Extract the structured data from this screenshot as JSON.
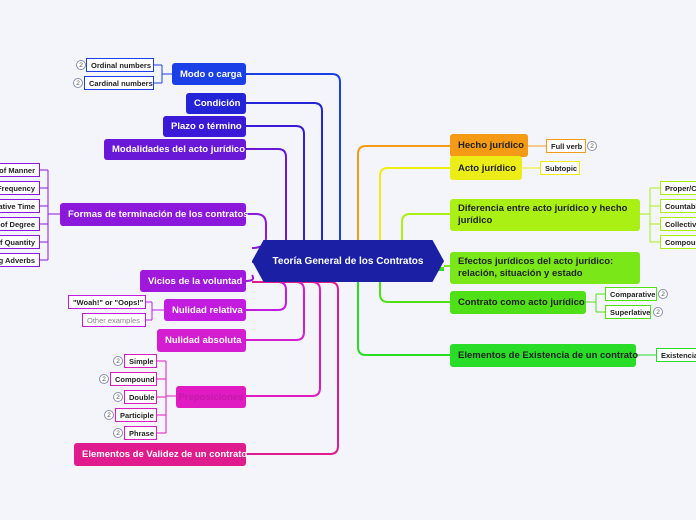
{
  "central": "Teoría General de los Contratos",
  "colors": {
    "blue": "#1c40e8",
    "dark_blue": "#2323d8",
    "indigo": "#3a1ad6",
    "violet": "#6a18d8",
    "purple": "#8c18dc",
    "magenta": "#c31ce0",
    "pink": "#e01bc2",
    "rose": "#e01b8e",
    "orange": "#f59a14",
    "yellow": "#ecec16",
    "lime": "#aaf015",
    "green": "#4fe018",
    "bright_green": "#28dc28"
  },
  "left": {
    "modo_carga": "Modo o carga",
    "ordinal": "Ordinal numbers",
    "cardinal": "Cardinal numbers",
    "condicion": "Condición",
    "plazo": "Plazo o término",
    "modalidades": "Modalidades del acto jurídico",
    "formas": "Formas de terminación de los contratos",
    "formas_leaves": [
      "of Manner",
      "Frequency",
      "lative Time",
      "s of Degree",
      "of Quantity",
      "ing Adverbs"
    ],
    "vicios": "Vicios de la voluntad",
    "nulidad_relativa": "Nulidad relativa",
    "woah": "\"Woah!\" or \"Oops!\"",
    "other_examples": "Other examples",
    "nulidad_absoluta": "Nulidad absoluta",
    "preposiciones": "Preposiciones",
    "prep_leaves": [
      "Simple",
      "Compound",
      "Double",
      "Participle",
      "Phrase"
    ],
    "elementos_validez": "Elementos de Validez de un contrato"
  },
  "right": {
    "hecho": "Hecho jurídico",
    "full_verb": "Full verb",
    "acto": "Acto jurídico",
    "subtopic": "Subtopic",
    "diferencia": "Diferencia entre acto jurídico y hecho jurídico",
    "diferencia_leaves": [
      "Proper/Co",
      "Countable",
      "Collective",
      "Compound"
    ],
    "efectos": "Efectos jurídicos del acto jurídico: relación, situación y estado",
    "contrato_acto": "Contrato como acto jurídico",
    "comparative": "Comparative",
    "superlative": "Superlative",
    "elementos_existencia": "Elementos de Existencia de un contrato",
    "existencia": "Existencia"
  },
  "badge": "2"
}
